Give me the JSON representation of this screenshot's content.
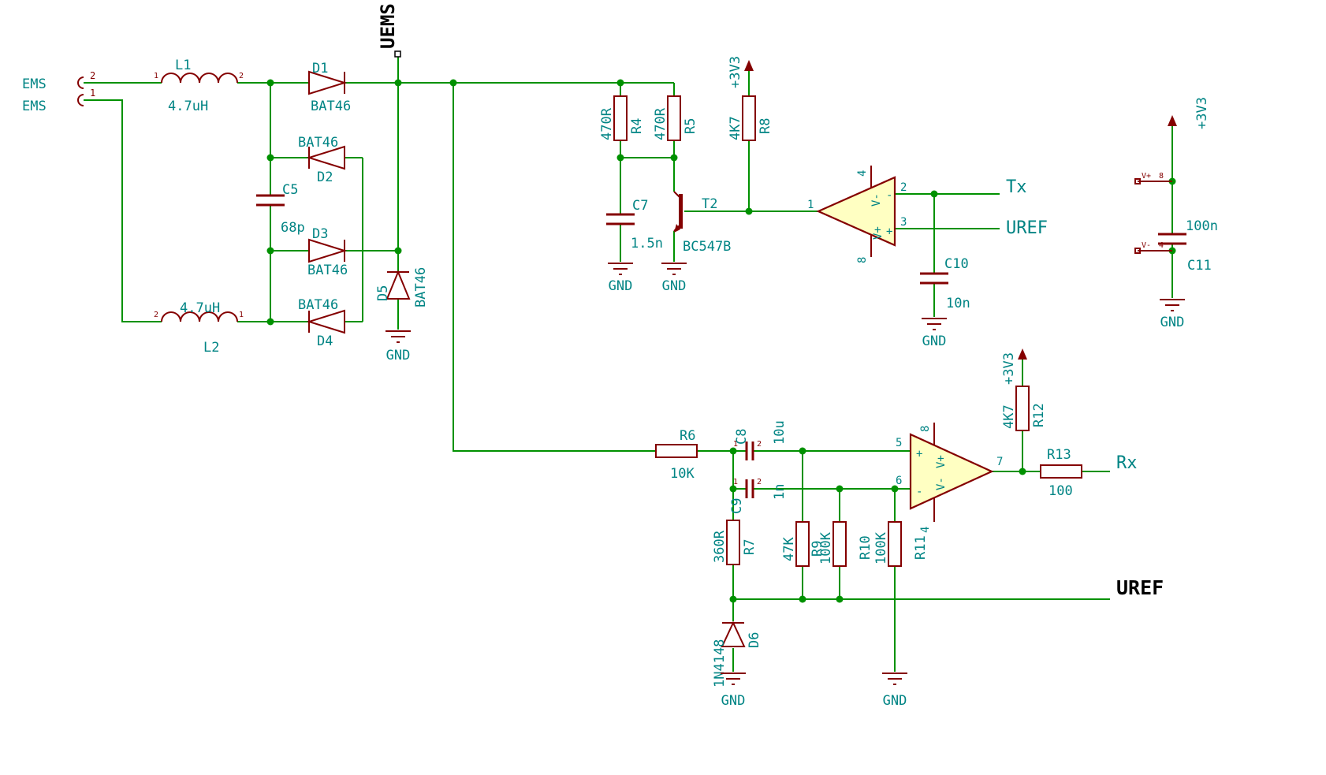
{
  "colors": {
    "wire": "#009100",
    "symbol": "#840000",
    "label": "#008484",
    "opamp_fill": "#ffffc2",
    "text": "#000000",
    "background": "#ffffff"
  },
  "net_labels": {
    "uems": "UEMS",
    "tx": "Tx",
    "uref": "UREF",
    "uref_main": "UREF",
    "rx": "Rx"
  },
  "power": {
    "v3v3": "+3V3",
    "gnd": "GND"
  },
  "connector": {
    "name_top": "EMS",
    "name_bottom": "EMS",
    "pin_top": "2",
    "pin_bottom": "1"
  },
  "components": {
    "L1": {
      "ref": "L1",
      "value": "4.7uH",
      "pin_left": "1",
      "pin_right": "2"
    },
    "L2": {
      "ref": "L2",
      "value": "4.7uH",
      "pin_left": "2",
      "pin_right": "1"
    },
    "D1": {
      "ref": "D1",
      "value": "BAT46"
    },
    "D2": {
      "ref": "D2",
      "value": "BAT46"
    },
    "D3": {
      "ref": "D3",
      "value": "BAT46"
    },
    "D4": {
      "ref": "D4",
      "value": "BAT46"
    },
    "D5": {
      "ref": "D5",
      "value": "BAT46"
    },
    "D6": {
      "ref": "D6",
      "value": "1N4148"
    },
    "C5": {
      "ref": "C5",
      "value": "68p"
    },
    "C7": {
      "ref": "C7",
      "value": "1.5n"
    },
    "C8": {
      "ref": "C8",
      "value": "10u",
      "pin1": "1",
      "pin2": "2"
    },
    "C9": {
      "ref": "C9",
      "value": "1n",
      "pin1": "1",
      "pin2": "2"
    },
    "C10": {
      "ref": "C10",
      "value": "10n"
    },
    "C11": {
      "ref": "C11",
      "value": "100n"
    },
    "R4": {
      "ref": "R4",
      "value": "470R"
    },
    "R5": {
      "ref": "R5",
      "value": "470R"
    },
    "R6": {
      "ref": "R6",
      "value": "10K"
    },
    "R7": {
      "ref": "R7",
      "value": "360R"
    },
    "R8": {
      "ref": "R8",
      "value": "4K7"
    },
    "R9": {
      "ref": "R9",
      "value": "47K"
    },
    "R10": {
      "ref": "R10",
      "value": "100K"
    },
    "R11": {
      "ref": "R11",
      "value": "100K"
    },
    "R12": {
      "ref": "R12",
      "value": "4K7"
    },
    "R13": {
      "ref": "R13",
      "value": "100"
    },
    "T2": {
      "ref": "T2",
      "value": "BC547B"
    }
  },
  "opamp_a": {
    "pin_out": "1",
    "pin_neg": "2",
    "pin_pos": "3",
    "pin_vtop": "4",
    "pin_vbot": "8",
    "lbl_vplus": "V+",
    "lbl_vminus": "V-",
    "mark_plus": "+",
    "mark_minus": "-"
  },
  "opamp_b": {
    "pin_pos": "5",
    "pin_neg": "6",
    "pin_out": "7",
    "pin_vtop": "8",
    "pin_vbot": "4",
    "lbl_vplus": "V+",
    "lbl_vminus": "V-",
    "mark_plus": "+",
    "mark_minus": "-"
  },
  "power_unit": {
    "vplus_name": "V+",
    "vplus_pin": "8",
    "vminus_name": "V-",
    "vminus_pin": "4"
  }
}
